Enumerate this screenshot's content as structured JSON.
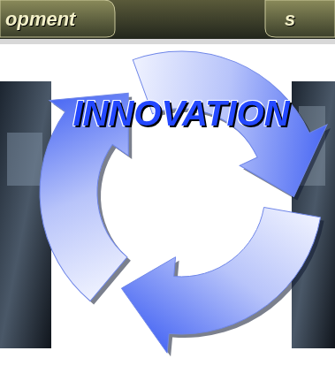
{
  "diagram": {
    "labels": [
      "opment",
      "s",
      "INNOVATION"
    ]
  }
}
